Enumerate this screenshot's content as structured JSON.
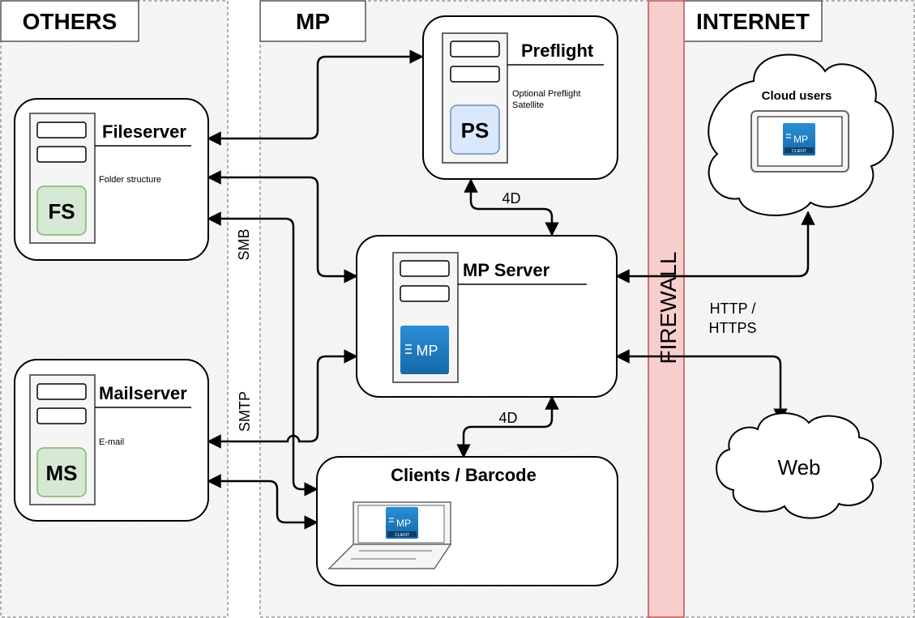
{
  "zones": {
    "others": "OTHERS",
    "mp": "MP",
    "internet": "INTERNET",
    "firewall": "FIREWALL"
  },
  "nodes": {
    "preflight": {
      "title": "Preflight",
      "subtitle_line1": "Optional Preflight",
      "subtitle_line2": "Satellite",
      "badge": "PS"
    },
    "fileserver": {
      "title": "Fileserver",
      "subtitle": "Folder structure",
      "badge": "FS"
    },
    "mailserver": {
      "title": "Mailserver",
      "subtitle": "E-mail",
      "badge": "MS"
    },
    "mpserver": {
      "title": "MP Server",
      "logo": "MP"
    },
    "clients": {
      "title": "Clients / Barcode",
      "logo": "MP",
      "logo_sub": "CLIENT"
    },
    "cloud": {
      "title": "Cloud users",
      "logo": "MP",
      "logo_sub": "CLIENT"
    },
    "web": {
      "title": "Web"
    }
  },
  "labels": {
    "smb": "SMB",
    "smtp": "SMTP",
    "fourd_top": "4D",
    "fourd_bottom": "4D",
    "http": "HTTP /",
    "https": "HTTPS"
  },
  "colors": {
    "zone_fill": "#f5f5f5",
    "firewall_fill": "#f8cecc",
    "firewall_stroke": "#b85450",
    "fs_fill": "#d5e8d4",
    "fs_stroke": "#82b366",
    "ps_fill": "#dae8fc",
    "ps_stroke": "#6c8ebf",
    "logo_blue": "#1f7fc4"
  }
}
